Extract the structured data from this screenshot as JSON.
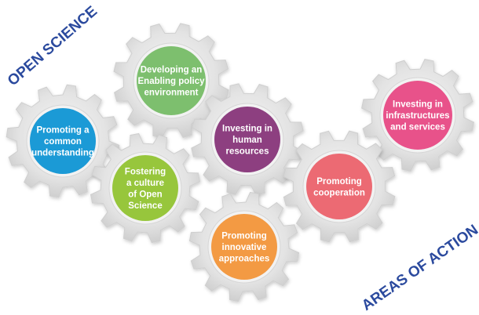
{
  "headings": {
    "top": "OPEN SCIENCE",
    "bottom": "AREAS OF ACTION"
  },
  "colors": {
    "heading": "#2b4a9e",
    "gear": "#dcdcdc"
  },
  "gears": [
    {
      "id": "enabling-policy",
      "lines": [
        "Developing an",
        "Enabling policy",
        "environment"
      ],
      "color": "#7dbf6e"
    },
    {
      "id": "common-understanding",
      "lines": [
        "Promoting a",
        "common",
        "understanding"
      ],
      "color": "#1b9ad6"
    },
    {
      "id": "human-resources",
      "lines": [
        "Investing in",
        "human",
        "resources"
      ],
      "color": "#8d3f80"
    },
    {
      "id": "infrastructures",
      "lines": [
        "Investing in",
        "infrastructures",
        "and services"
      ],
      "color": "#e8528a"
    },
    {
      "id": "culture",
      "lines": [
        "Fostering",
        "a culture",
        "of Open",
        "Science"
      ],
      "color": "#97c63c"
    },
    {
      "id": "cooperation",
      "lines": [
        "Promoting",
        "cooperation"
      ],
      "color": "#ec6a73"
    },
    {
      "id": "innovative",
      "lines": [
        "Promoting",
        "innovative",
        "approaches"
      ],
      "color": "#f39a43"
    }
  ]
}
